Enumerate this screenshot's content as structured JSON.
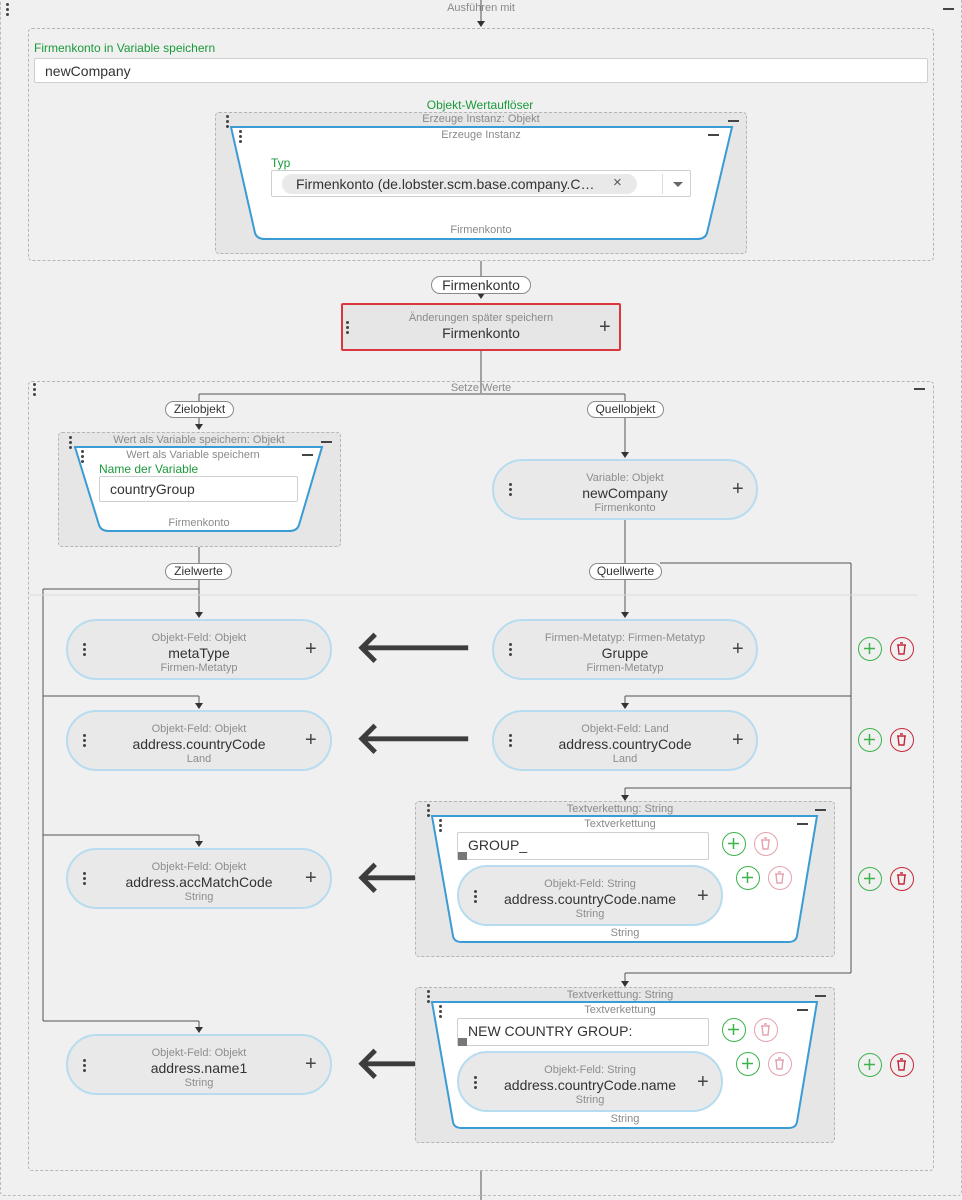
{
  "outer": {
    "title": "Ausführen mit"
  },
  "save_var": {
    "label": "Firmenkonto in Variable speichern",
    "value": "newCompany"
  },
  "resolver": {
    "label": "Objekt-Wertauflöser",
    "outer_caption": "Erzeuge Instanz: Objekt",
    "inner_caption": "Erzeuge Instanz",
    "type_label": "Typ",
    "type_value": "Firmenkonto (de.lobster.scm.base.company.C…",
    "footer": "Firmenkonto"
  },
  "flow_tag": "Firmenkonto",
  "save_later": {
    "caption": "Änderungen später speichern",
    "title": "Firmenkonto"
  },
  "set_values": {
    "title": "Setze Werte",
    "tag_target": "Zielobjekt",
    "tag_source": "Quellobjekt",
    "tag_target_values": "Zielwerte",
    "tag_source_values": "Quellwerte",
    "var_store": {
      "outer_caption": "Wert als Variable speichern: Objekt",
      "inner_caption": "Wert als Variable speichern",
      "name_label": "Name der Variable",
      "name_value": "countryGroup",
      "footer": "Firmenkonto"
    },
    "source_object": {
      "type": "Variable: Objekt",
      "name": "newCompany",
      "sub": "Firmenkonto"
    },
    "rows": [
      {
        "target": {
          "type": "Objekt-Feld: Objekt",
          "name": "metaType",
          "sub": "Firmen-Metatyp"
        },
        "source": {
          "type": "Firmen-Metatyp: Firmen-Metatyp",
          "name": "Gruppe",
          "sub": "Firmen-Metatyp"
        }
      },
      {
        "target": {
          "type": "Objekt-Feld: Objekt",
          "name": "address.countryCode",
          "sub": "Land"
        },
        "source": {
          "type": "Objekt-Feld: Land",
          "name": "address.countryCode",
          "sub": "Land"
        }
      },
      {
        "target": {
          "type": "Objekt-Feld: Objekt",
          "name": "address.accMatchCode",
          "sub": "String"
        },
        "concat": {
          "outer_caption": "Textverkettung: String",
          "inner_caption": "Textverkettung",
          "text": "GROUP_",
          "field": {
            "type": "Objekt-Feld: String",
            "name": "address.countryCode.name",
            "sub": "String"
          },
          "footer": "String"
        }
      },
      {
        "target": {
          "type": "Objekt-Feld: Objekt",
          "name": "address.name1",
          "sub": "String"
        },
        "concat": {
          "outer_caption": "Textverkettung: String",
          "inner_caption": "Textverkettung",
          "text": "NEW COUNTRY GROUP:",
          "field": {
            "type": "Objekt-Feld: String",
            "name": "address.countryCode.name",
            "sub": "String"
          },
          "footer": "String"
        }
      }
    ]
  },
  "icons": {
    "add": "plus-circle-icon",
    "delete": "trash-icon",
    "arrow": "arrow-left-icon",
    "drag": "drag-handle-icon",
    "collapse": "minus-icon",
    "dropdown": "caret-down-icon",
    "clear": "close-icon",
    "resize": "resize-icon"
  },
  "colors": {
    "accent_green": "#1a9a3a",
    "pill_border": "#b7dcef",
    "focus_border": "#3a9bd5",
    "selected_red": "#d9363e",
    "delete_red": "#c6283a"
  }
}
